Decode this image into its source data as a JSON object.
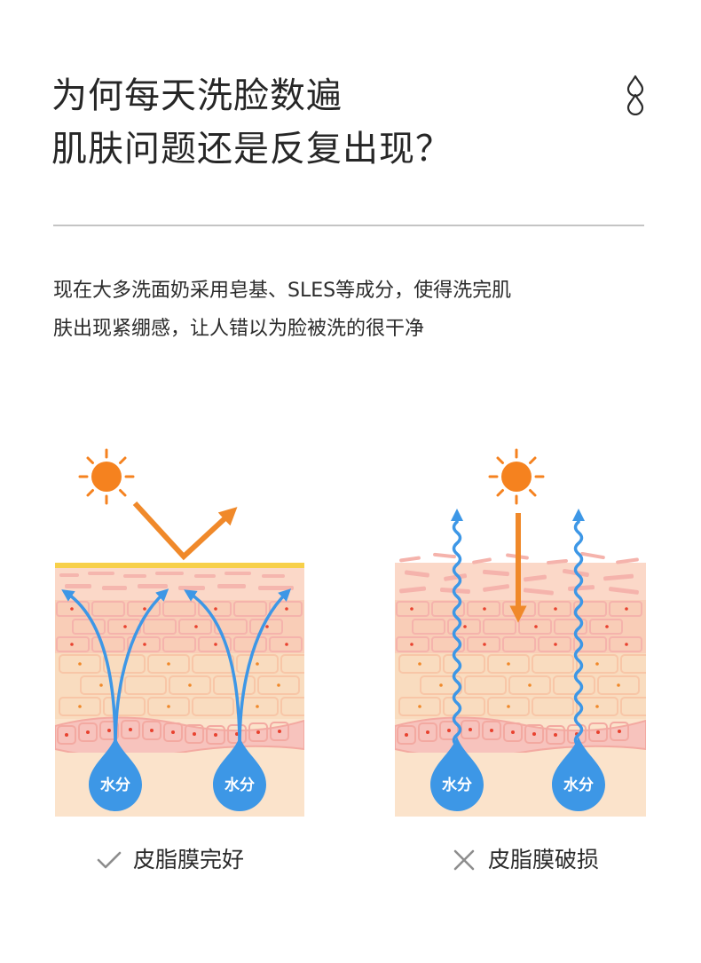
{
  "header": {
    "title_line1": "为何每天洗脸数遍",
    "title_line2": "肌肤问题还是反复出现？"
  },
  "intro": {
    "line1": "现在大多洗面奶采用皂基、SLES等成分，使得洗完肌",
    "line2": "肤出现紧绷感，让人错以为脸被洗的很干净"
  },
  "diagram": {
    "intact": {
      "drop_label_left": "水分",
      "drop_label_right": "水分",
      "caption": "皮脂膜完好",
      "mark_icon": "check-icon"
    },
    "damaged": {
      "drop_label_left": "水分",
      "drop_label_right": "水分",
      "caption": "皮脂膜破损",
      "mark_icon": "cross-icon"
    }
  },
  "icons": [
    "water-drops-icon",
    "sun-icon",
    "check-icon",
    "cross-icon"
  ],
  "colors": {
    "sun": "#f5821f",
    "uv_arrow": "#f0892a",
    "moisture_arrow": "#3d97e6",
    "sebum_film": "#f7d04a",
    "skin": "#f9d9b8",
    "skin_deep": "#fbe3cb",
    "cells_pink": "#f5b3ac",
    "cell_dot": "#e8422f",
    "divider": "#c4c4c4",
    "mark": "#8d8d8d"
  }
}
